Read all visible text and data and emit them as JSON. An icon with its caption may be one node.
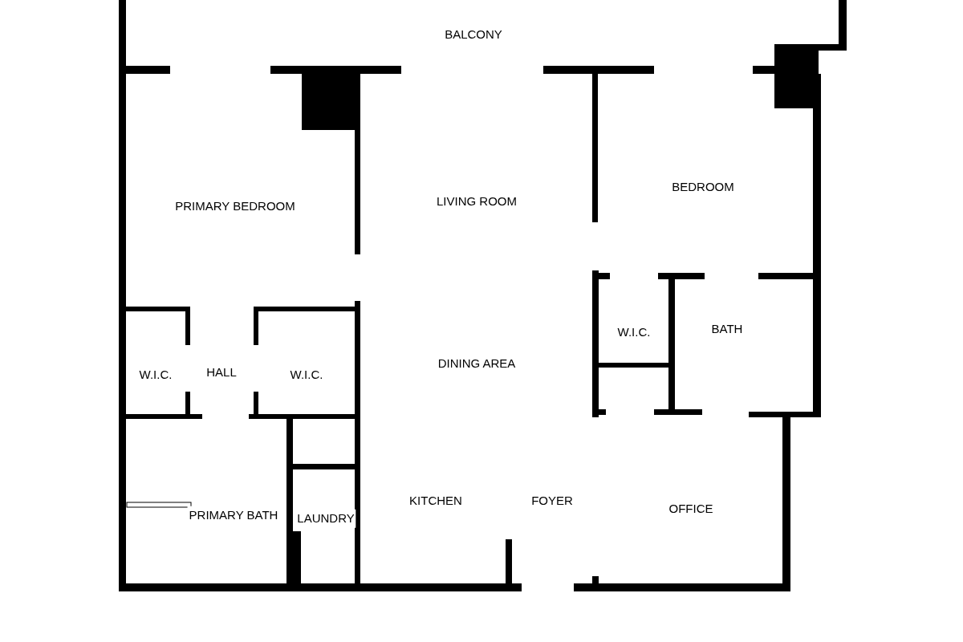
{
  "diagram": {
    "labels": [
      "BALCONY",
      "BEDROOM",
      "PRIMARY BEDROOM",
      "LIVING ROOM",
      "W.I.C.",
      "BATH",
      "W.I.C.",
      "HALL",
      "W.I.C.",
      "DINING AREA",
      "KITCHEN",
      "FOYER",
      "OFFICE",
      "PRIMARY BATH",
      "LAUNDRY"
    ]
  }
}
